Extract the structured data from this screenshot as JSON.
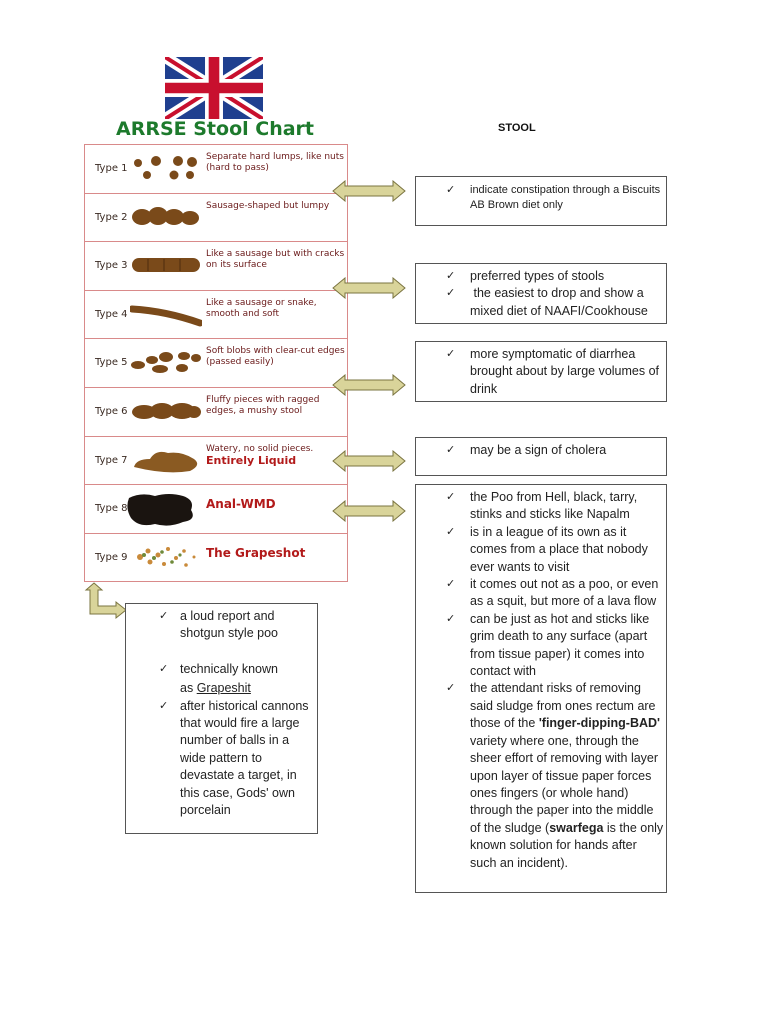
{
  "chart": {
    "title": "ARRSE Stool Chart",
    "rows": [
      {
        "type": "Type 1",
        "desc": "Separate hard lumps, like nuts (hard to pass)"
      },
      {
        "type": "Type 2",
        "desc": "Sausage-shaped but lumpy"
      },
      {
        "type": "Type 3",
        "desc": "Like a sausage but with cracks on its surface"
      },
      {
        "type": "Type 4",
        "desc": "Like a sausage or snake, smooth and soft"
      },
      {
        "type": "Type 5",
        "desc": "Soft blobs with clear-cut edges (passed easily)"
      },
      {
        "type": "Type 6",
        "desc": "Fluffy pieces with ragged edges, a mushy stool"
      },
      {
        "type": "Type 7",
        "desc": "Watery, no solid pieces.",
        "desc_strong": "Entirely Liquid"
      },
      {
        "type": "Type 8",
        "desc": "Anal-WMD"
      },
      {
        "type": "Type 9",
        "desc": "The Grapeshot"
      }
    ]
  },
  "heading": "STOOL",
  "boxes": {
    "b1": [
      "indicate constipation through a Biscuits AB Brown diet only"
    ],
    "b2": [
      "preferred types of stools",
      " the easiest to drop and show a mixed diet of NAAFI/Cookhouse"
    ],
    "b3": [
      "more symptomatic of diarrhea brought about by large volumes of drink"
    ],
    "b4": [
      "may be a sign of cholera"
    ],
    "b5": {
      "i1": "the Poo from Hell, black, tarry, stinks and sticks like Napalm",
      "i2": "is in a league of its own as it comes from a place that nobody ever wants to visit",
      "i3": "it comes out not as a poo, or even as a squit, but more of a lava flow",
      "i4": "can be just as hot and sticks like grim death to any surface (apart from tissue paper) it comes into contact with",
      "i5_a": "the attendant risks of removing said sludge from ones rectum are those of the ",
      "i5_b": "'finger-dipping-BAD'",
      "i5_c": " variety where one, through the sheer effort of removing with layer upon layer of tissue paper forces ones fingers (or whole hand) through the paper into the middle of the sludge (",
      "i5_d": "swarfega",
      "i5_e": " is the only known solution for hands after such an incident)."
    },
    "b6": {
      "i1": "a loud report and shotgun style poo",
      "i2_a": "technically known",
      "i2_b": "as ",
      "i2_c": "Grapeshit",
      "i3": "after historical cannons that would fire a large number of balls in a wide pattern to devastate a target, in this case, Gods' own porcelain"
    }
  },
  "colors": {
    "title_green": "#1d7a2c",
    "arrow_fill": "#d9d49a",
    "arrow_stroke": "#7a7440",
    "border": "#d98a8a"
  }
}
